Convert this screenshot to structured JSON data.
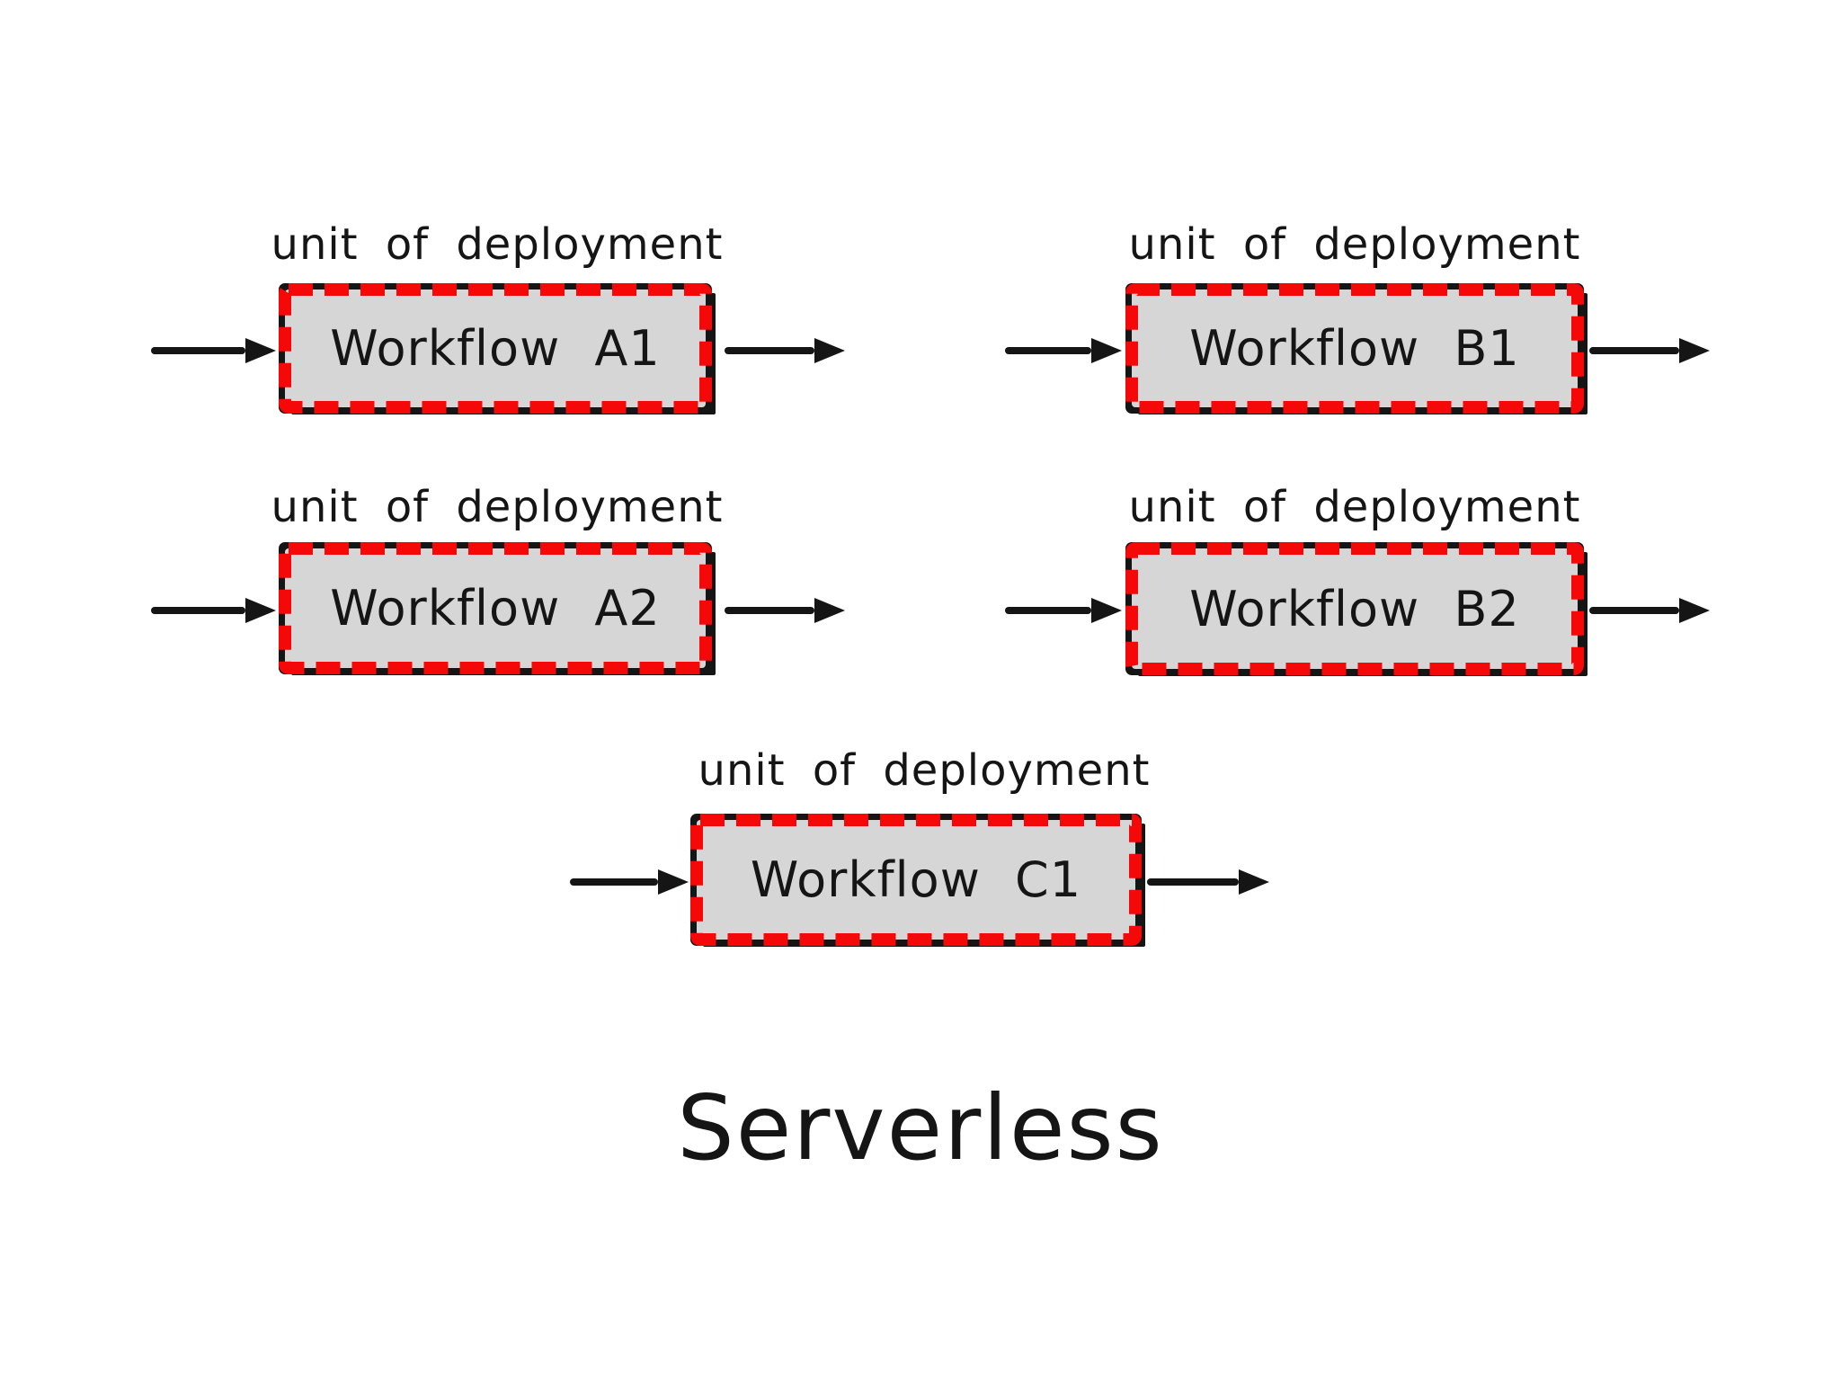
{
  "diagram": {
    "title": "Serverless",
    "units": [
      {
        "id": "A1",
        "label": "unit of deployment",
        "workflow": "Workflow A1"
      },
      {
        "id": "B1",
        "label": "unit of deployment",
        "workflow": "Workflow B1"
      },
      {
        "id": "A2",
        "label": "unit of deployment",
        "workflow": "Workflow A2"
      },
      {
        "id": "B2",
        "label": "unit of deployment",
        "workflow": "Workflow B2"
      },
      {
        "id": "C1",
        "label": "unit of deployment",
        "workflow": "Workflow C1"
      }
    ],
    "colors": {
      "dash_red": "#f50808",
      "box_fill": "#d6d6d6",
      "ink": "#151515",
      "background": "#ffffff"
    }
  }
}
